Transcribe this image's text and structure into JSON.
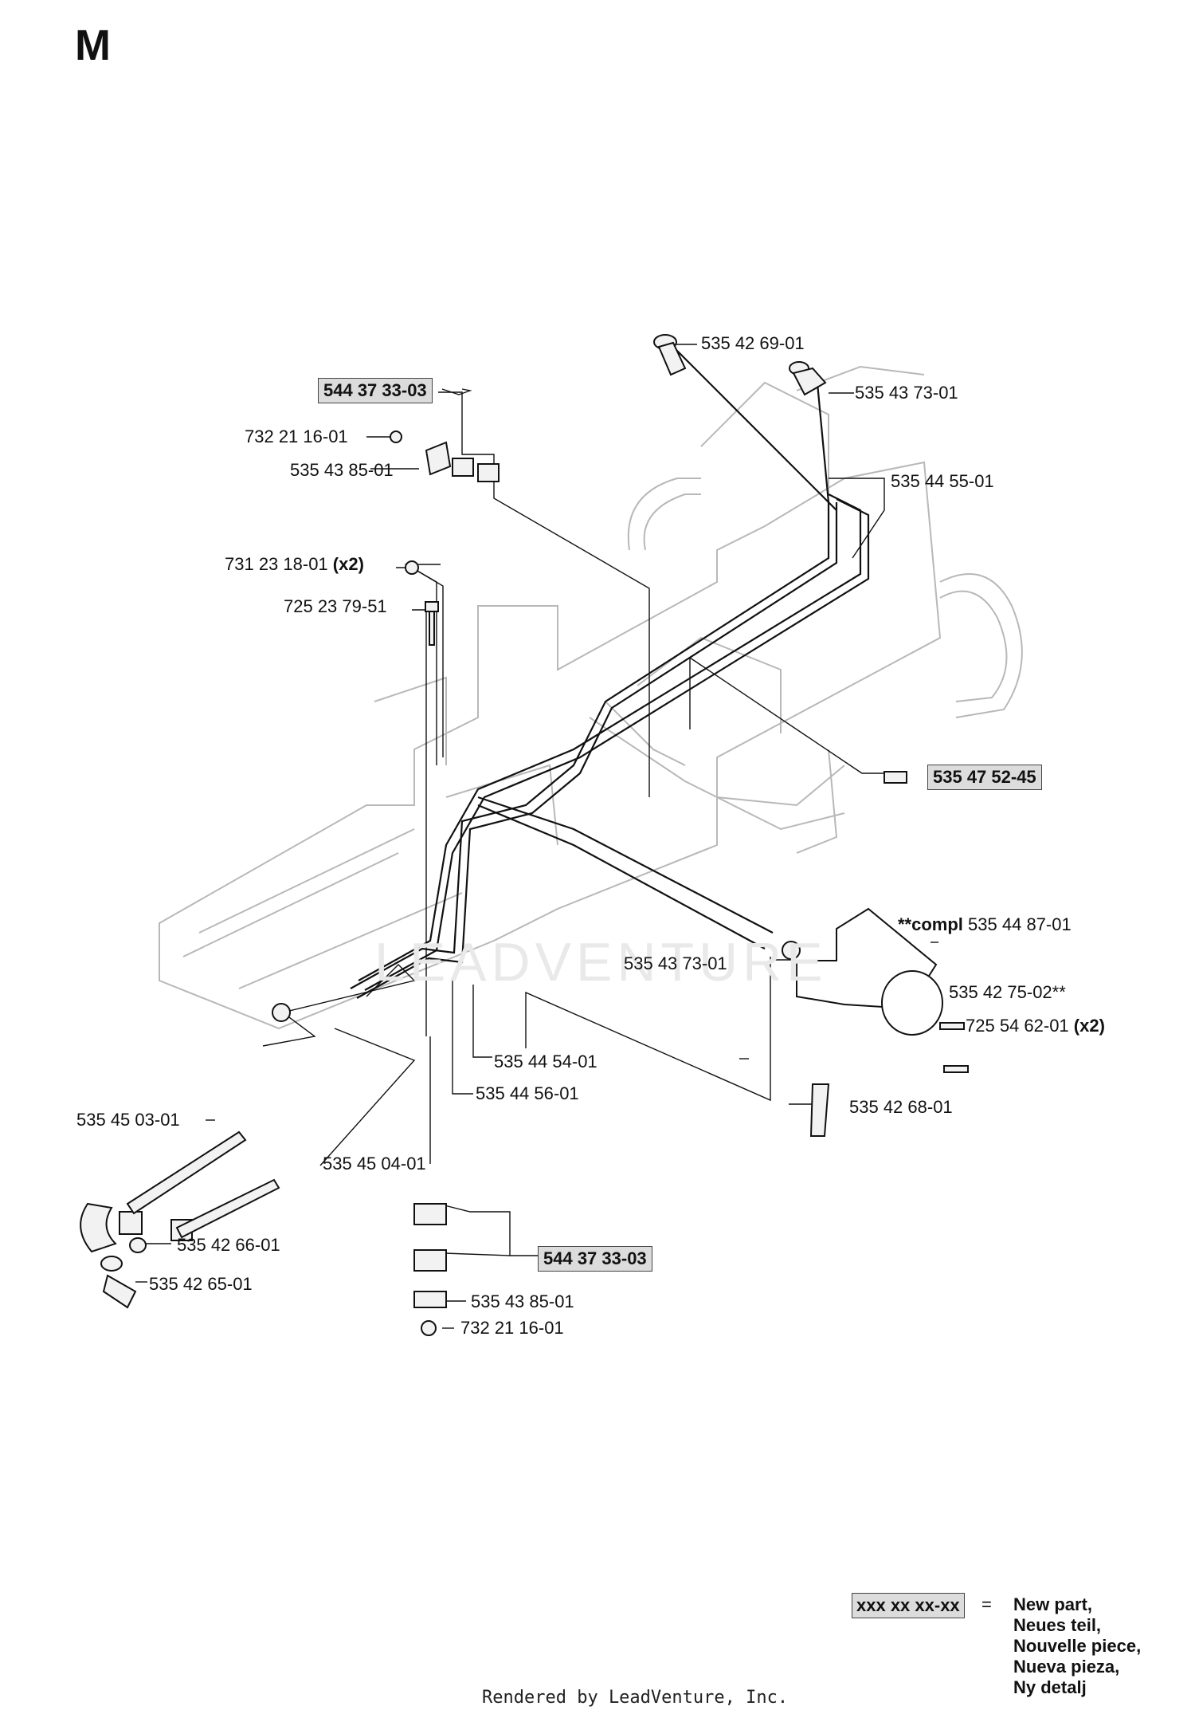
{
  "section": "M",
  "labels": {
    "p_535426901": "535 42 69-01",
    "p_535437301_top": "535 43 73-01",
    "p_544373303_top": "544 37 33-03",
    "p_732211601_top": "732 21 16-01",
    "p_535438501_top": "535 43 85-01",
    "p_535445501": "535 44 55-01",
    "p_731231801": "731 23 18-01",
    "p_731231801_qty": "(x2)",
    "p_725237951": "725 23 79-51",
    "p_535475245": "535 47 52-45",
    "p_compl_prefix": "**compl",
    "p_compl": "535 44 87-01",
    "p_535437301_mid": "535 43 73-01",
    "p_535427502": "535 42 75-02**",
    "p_725546201": "725 54 62-01",
    "p_725546201_qty": "(x2)",
    "p_535445401": "535 44 54-01",
    "p_535445601": "535 44 56-01",
    "p_535426801": "535 42 68-01",
    "p_535450301": "535 45 03-01",
    "p_535450401": "535 45 04-01",
    "p_535426601": "535 42 66-01",
    "p_535426501": "535 42 65-01",
    "p_544373303_bot": "544 37 33-03",
    "p_535438501_bot": "535 43 85-01",
    "p_732211601_bot": "732 21 16-01"
  },
  "watermark": "LEADVENTURE",
  "legend": {
    "sample": "xxx xx xx-xx",
    "equals": "=",
    "lines": [
      "New part,",
      "Neues teil,",
      "Nouvelle piece,",
      "Nueva pieza,",
      "Ny detalj"
    ]
  },
  "footer": "Rendered by LeadVenture, Inc."
}
